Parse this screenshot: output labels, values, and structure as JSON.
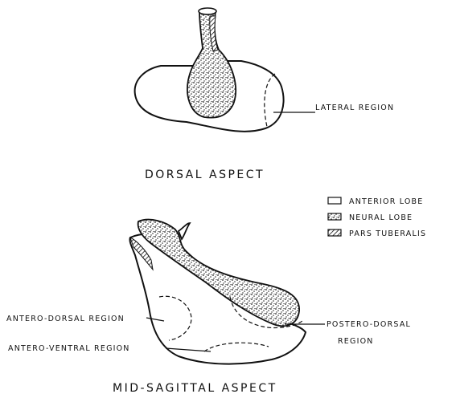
{
  "captions": {
    "dorsal": "DORSAL ASPECT",
    "midsagittal": "MID-SAGITTAL ASPECT"
  },
  "labels": {
    "lateral_region": "LATERAL REGION",
    "antero_dorsal": "ANTERO-DORSAL REGION",
    "antero_ventral": "ANTERO-VENTRAL REGION",
    "postero_dorsal_1": "POSTERO-DORSAL",
    "postero_dorsal_2": "REGION"
  },
  "legend": [
    {
      "label": "ANTERIOR LOBE"
    },
    {
      "label": "NEURAL LOBE"
    },
    {
      "label": "PARS TUBERALIS"
    }
  ]
}
